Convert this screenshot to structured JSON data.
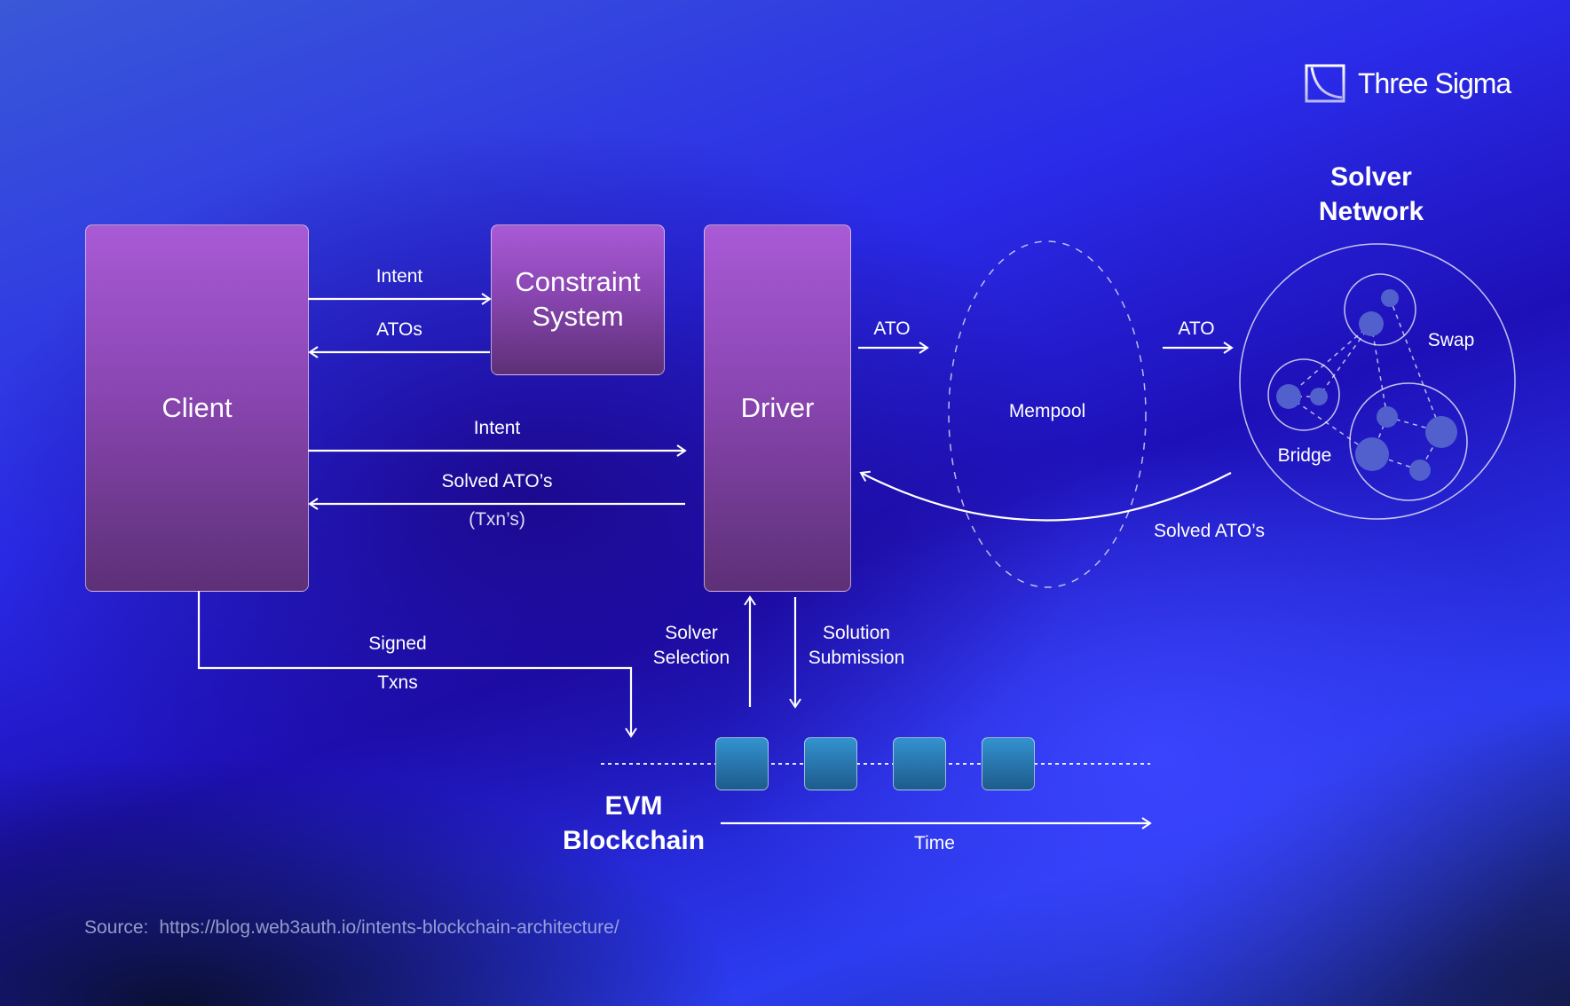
{
  "brand": {
    "name": "Three Sigma",
    "icon": "three-sigma-logo-icon"
  },
  "nodes": {
    "client": "Client",
    "constraint_system": "Constraint\nSystem",
    "driver": "Driver",
    "mempool": "Mempool",
    "solver_network": {
      "title": "Solver\nNetwork",
      "groups": [
        "Swap",
        "Bridge"
      ]
    },
    "evm_blockchain": "EVM\nBlockchain"
  },
  "edges": {
    "client_to_constraint": "Intent",
    "constraint_to_client": "ATOs",
    "client_to_driver": "Intent",
    "driver_to_client": "Solved ATO’s",
    "driver_to_client_sub": "(Txn’s)",
    "driver_to_mempool": "ATO",
    "mempool_to_solvers": "ATO",
    "solvers_to_driver": "Solved ATO’s",
    "client_to_chain_top": "Signed",
    "client_to_chain_bottom": "Txns",
    "chain_to_driver": "Solver\nSelection",
    "driver_to_chain": "Solution\nSubmission",
    "time_axis": "Time"
  },
  "blockchain": {
    "block_count": 4
  },
  "colors": {
    "box_top": "#a95ad6",
    "box_bottom": "#5d3077",
    "block_top": "#3392d0",
    "block_bottom": "#1e5b8c",
    "node_fill": "#5160cc"
  },
  "footer": {
    "source_label": "Source:",
    "source_url": "https://blog.web3auth.io/intents-blockchain-architecture/"
  }
}
